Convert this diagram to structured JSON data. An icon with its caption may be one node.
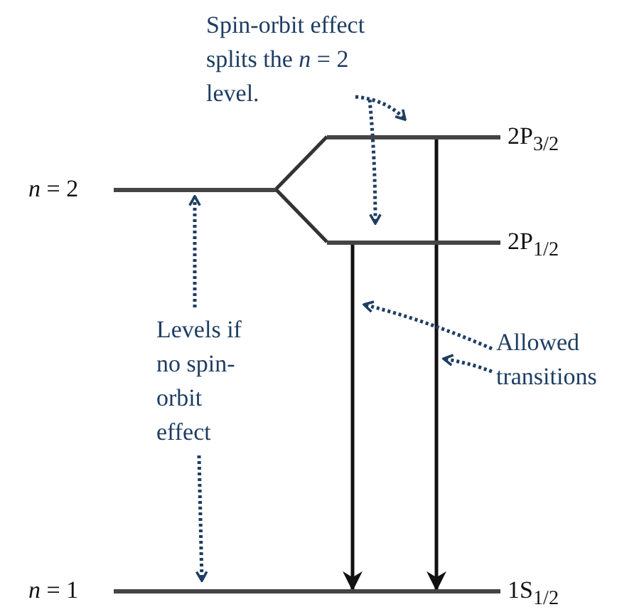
{
  "diagram": {
    "nodes": [
      {
        "text": [
          "*n* = 2"
        ]
      },
      {
        "text": [
          "2P$_{3/2}$"
        ]
      },
      {
        "text": [
          "2P$_{1/2}$"
        ]
      },
      {
        "text": [
          "*n* = 1",
          "1S$_{1/2}$"
        ]
      },
      {
        "text": [
          "Spin-orbit effect splits the *n* = 2 level."
        ]
      },
      {
        "text": [
          "Levels if no spin-orbit effect"
        ]
      },
      {
        "text": [
          "Allowed transitions"
        ]
      }
    ],
    "edges": [
      {
        "from": 0,
        "to": 1,
        "arrow": "none",
        "color": "#333333"
      },
      {
        "from": 0,
        "to": 2,
        "arrow": "none",
        "color": "#333333"
      },
      {
        "from": 1,
        "to": 3,
        "arrow": "to",
        "color": "#111111"
      },
      {
        "from": 2,
        "to": 3,
        "arrow": "to",
        "color": "#111111"
      },
      {
        "from": 4,
        "to": 1,
        "arrow": "to",
        "style": "dashed",
        "color": "#1f3d63"
      },
      {
        "from": 4,
        "to": 2,
        "arrow": "to",
        "style": "dashed",
        "color": "#1f3d63"
      },
      {
        "from": 5,
        "to": 0,
        "arrow": "to",
        "style": "dashed",
        "color": "#1f3d63"
      },
      {
        "from": 5,
        "to": 3,
        "arrow": "to",
        "style": "dashed",
        "color": "#1f3d63"
      },
      {
        "from": 6,
        "to": null,
        "arrow": "to",
        "style": "dashed",
        "color": "#1f3d63"
      },
      {
        "from": 6,
        "to": null,
        "arrow": "to",
        "style": "dashed",
        "color": "#1f3d63"
      }
    ]
  }
}
